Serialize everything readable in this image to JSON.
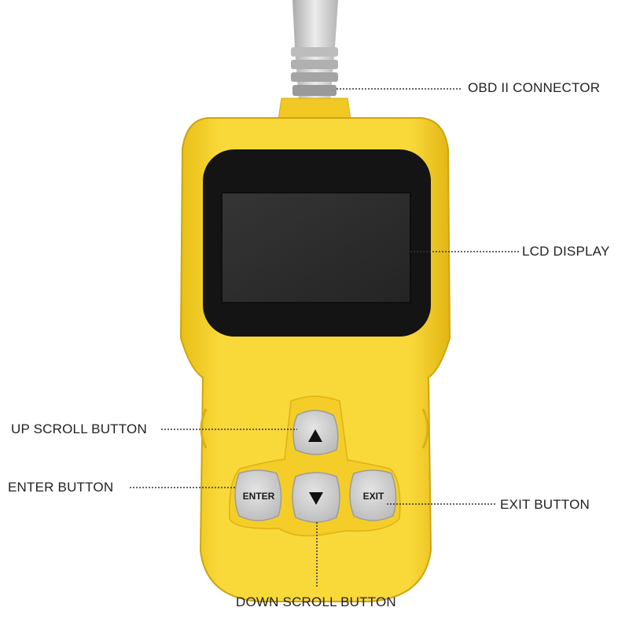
{
  "labels": {
    "obd_connector": "OBD II CONNECTOR",
    "lcd_display": "LCD DISPLAY",
    "up_scroll": "UP SCROLL BUTTON",
    "enter": "ENTER BUTTON",
    "exit": "EXIT BUTTON",
    "down_scroll": "DOWN SCROLL BUTTON"
  },
  "buttons": {
    "enter_label": "ENTER",
    "exit_label": "EXIT",
    "up_icon": "triangle-up-icon",
    "down_icon": "triangle-down-icon"
  },
  "colors": {
    "body_yellow": "#f7d42a",
    "body_shadow": "#d9b012",
    "screen_bezel": "#141414",
    "lcd": "#2c2c2c",
    "button_gray": "#cfcfcf",
    "cable_gray": "#a9a9a9",
    "leader_line": "#333333"
  }
}
